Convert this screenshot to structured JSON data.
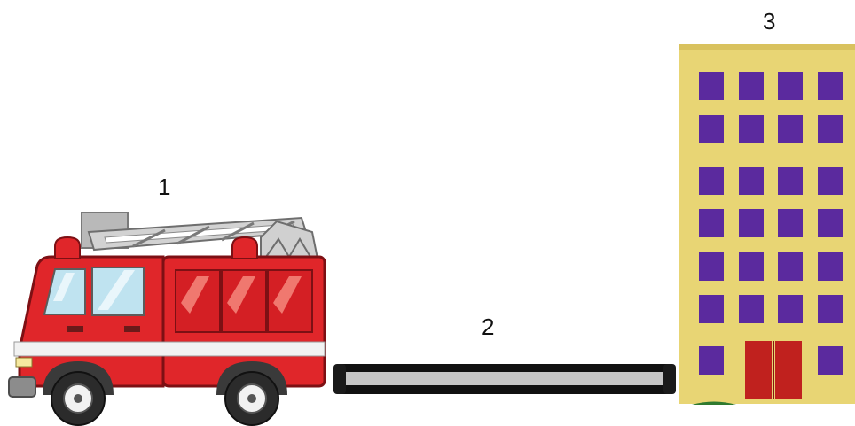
{
  "labels": {
    "truck": "1",
    "hose": "2",
    "building": "3"
  },
  "icons": {
    "truck": "fire-truck-icon",
    "hose": "hose-icon",
    "building": "building-icon"
  },
  "colors": {
    "truck_red": "#e0262a",
    "ladder_grey": "#c9c9c9",
    "hose_grey": "#c6c6c6",
    "building_yellow": "#e8d574",
    "window_purple": "#5b2a9e",
    "door_red": "#c0211e"
  }
}
